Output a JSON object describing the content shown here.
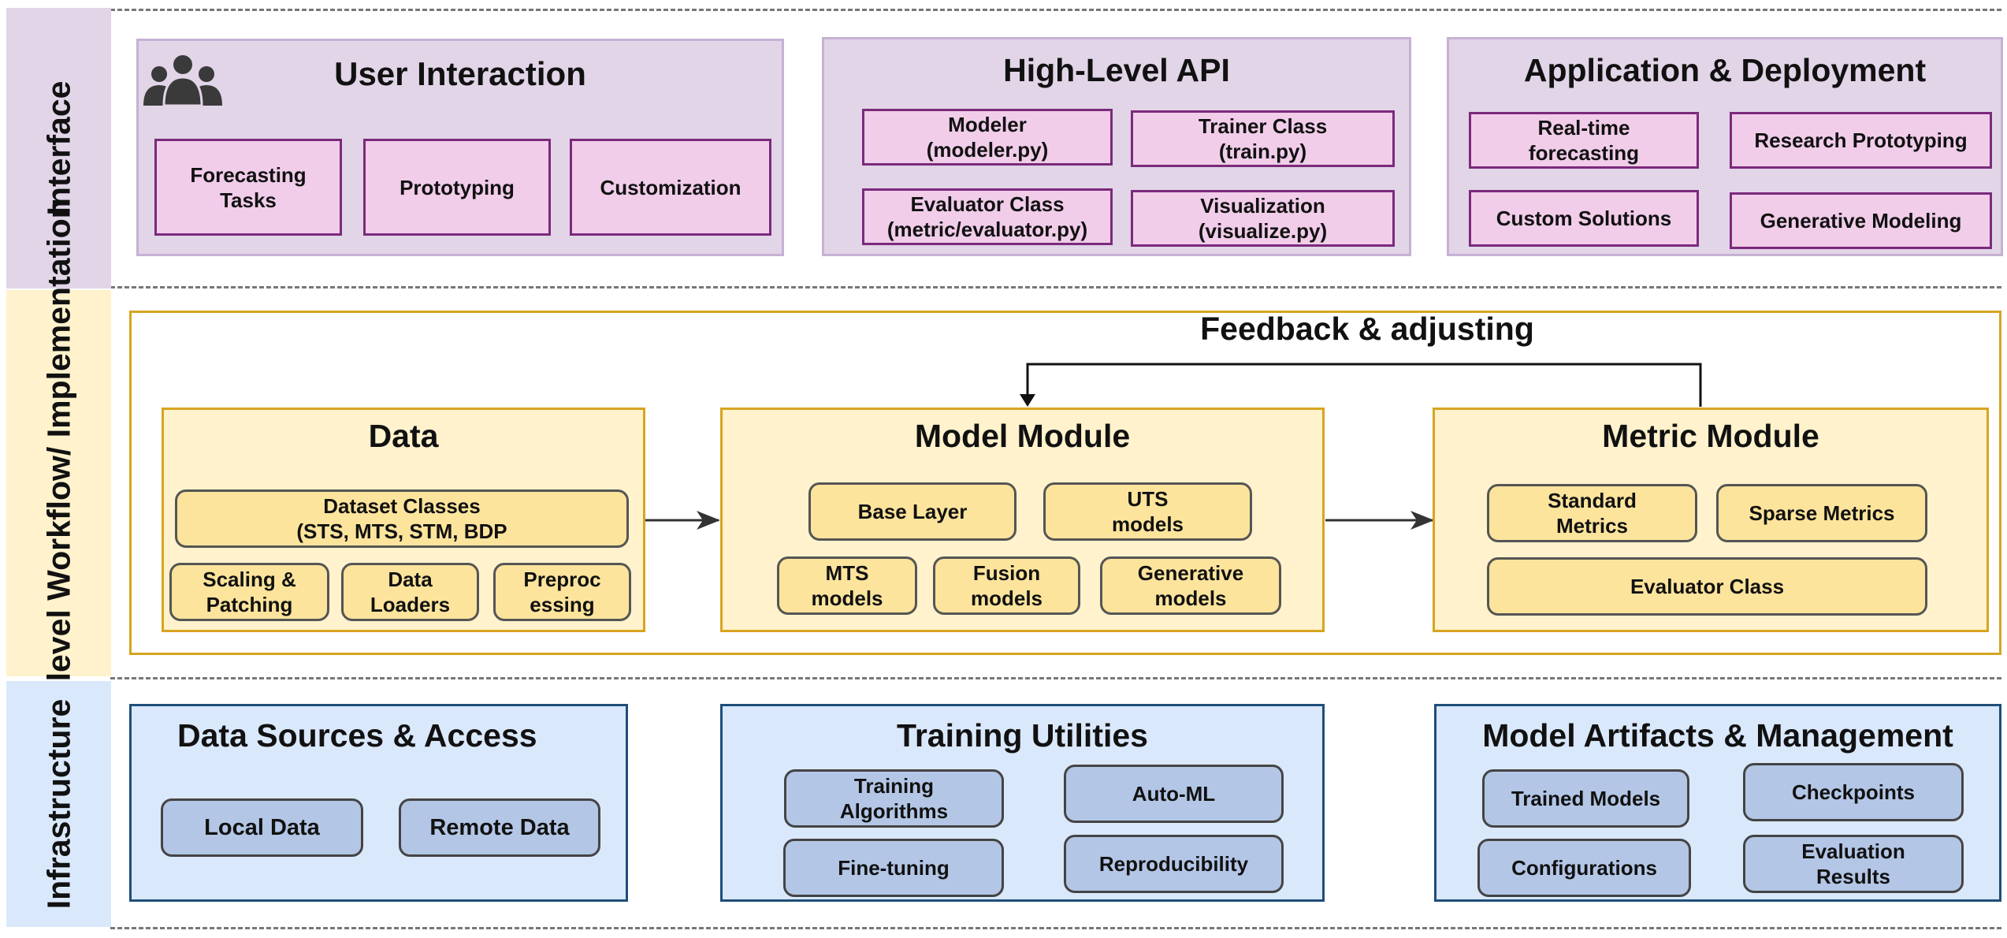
{
  "layers": {
    "interface": "Interface",
    "workflow": "Multi-level Workflow/\nImplementation",
    "infrastructure": "Infrastructure"
  },
  "interface": {
    "user_interaction": {
      "title": "User Interaction",
      "items": [
        "Forecasting\nTasks",
        "Prototyping",
        "Customization"
      ]
    },
    "high_level_api": {
      "title": "High-Level API",
      "items": [
        "Modeler\n(modeler.py)",
        "Trainer Class\n(train.py)",
        "Evaluator Class\n(metric/evaluator.py)",
        "Visualization\n(visualize.py)"
      ]
    },
    "application": {
      "title": "Application & Deployment",
      "items": [
        "Real-time\nforecasting",
        "Research Prototyping",
        "Custom Solutions",
        "Generative Modeling"
      ]
    }
  },
  "workflow": {
    "feedback": "Feedback & adjusting",
    "data": {
      "title": "Data",
      "items": [
        "Dataset Classes\n(STS, MTS, STM, BDP",
        "Scaling &\nPatching",
        "Data\nLoaders",
        "Preproc\nessing"
      ]
    },
    "model": {
      "title": "Model Module",
      "items": [
        "Base Layer",
        "UTS\nmodels",
        "MTS\nmodels",
        "Fusion\nmodels",
        "Generative\nmodels"
      ]
    },
    "metric": {
      "title": "Metric Module",
      "items": [
        "Standard\nMetrics",
        "Sparse Metrics",
        "Evaluator Class"
      ]
    }
  },
  "infrastructure": {
    "data_sources": {
      "title": "Data Sources & Access",
      "items": [
        "Local Data",
        "Remote Data"
      ]
    },
    "training": {
      "title": "Training Utilities",
      "items": [
        "Training\nAlgorithms",
        "Auto-ML",
        "Fine-tuning",
        "Reproducibility"
      ]
    },
    "artifacts": {
      "title": "Model Artifacts & Management",
      "items": [
        "Trained Models",
        "Checkpoints",
        "Configurations",
        "Evaluation\nResults"
      ]
    }
  },
  "icons": {
    "users": "users-group-icon"
  },
  "colors": {
    "interface_band": "#e1d5e7",
    "interface_box": "#f1cdea",
    "interface_border": "#7b2a7b",
    "workflow_band": "#fff2cc",
    "workflow_box": "#fde49c",
    "workflow_border": "#d6a520",
    "infra_band": "#dae8fc",
    "infra_box": "#b3c6e6",
    "infra_border": "#1f4e79"
  }
}
